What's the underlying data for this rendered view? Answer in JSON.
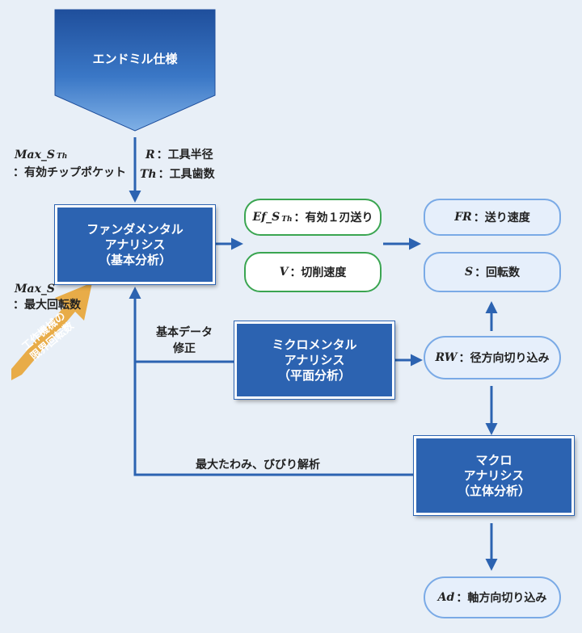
{
  "spec_box": {
    "label": "エンドミル仕様"
  },
  "spec_params": {
    "R": {
      "symbol": "R",
      "desc": "：工具半径"
    },
    "Th": {
      "symbol": "Th",
      "desc": "：工具歯数"
    }
  },
  "max_sth": {
    "symbol": "Max_S",
    "sub": "Th",
    "desc": "：有効チップポケット"
  },
  "max_s": {
    "symbol": "Max_S",
    "desc": "：最大回転数"
  },
  "fundamental": {
    "line1": "ファンダメンタル",
    "line2": "アナリシス",
    "line3": "（基本分析）"
  },
  "machine_limit": {
    "line1": "工作機械の",
    "line2": "限界回転数"
  },
  "ef_sth": {
    "symbol": "Ef_S",
    "sub": "Th",
    "desc": "：有効１刃送り"
  },
  "v": {
    "symbol": "V",
    "desc": "：切削速度"
  },
  "fr": {
    "symbol": "FR",
    "desc": "：送り速度"
  },
  "s": {
    "symbol": "S",
    "desc": "：回転数"
  },
  "micro": {
    "line1": "ミクロメンタル",
    "line2": "アナリシス",
    "line3": "（平面分析）"
  },
  "basic_data_correction": {
    "line1": "基本データ",
    "line2": "修正"
  },
  "rw": {
    "symbol": "RW",
    "desc": "：径方向切り込み"
  },
  "macro": {
    "line1": "マクロ",
    "line2": "アナリシス",
    "line3": "（立体分析）"
  },
  "max_deflection": {
    "label": "最大たわみ、びびり解析"
  },
  "ad": {
    "symbol": "Ad",
    "desc": "：軸方向切り込み"
  },
  "colors": {
    "primary": "#2c63b1",
    "green": "#3aa551",
    "pill_blue": "#7aaae6",
    "orange": "#e8ac48",
    "background": "#e8eff7"
  }
}
